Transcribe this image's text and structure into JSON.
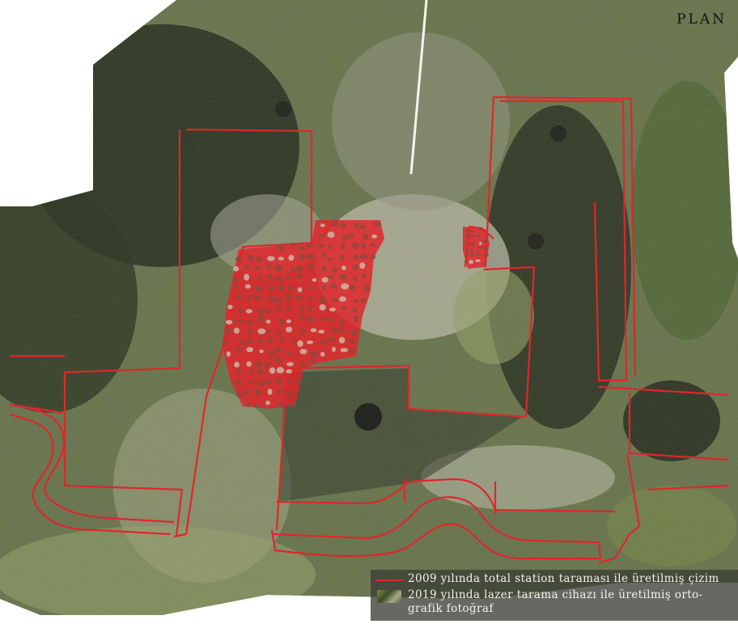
{
  "title": "PLAN",
  "legend": {
    "items": [
      {
        "symbol": "red-line",
        "color": "#e0262b",
        "label": "2009 yılında total station taraması ile üretilmiş çizim"
      },
      {
        "symbol": "orthophoto-swatch",
        "label": "2019 yılında lazer tarama cihazı ile  üretilmiş orto-grafik fotoğraf"
      }
    ]
  },
  "colors": {
    "drawing": "#e0262b",
    "background": "#ffffff",
    "vegetation_dark": "#1d2a14",
    "vegetation_light": "#5d6e36",
    "stone": "#9a9c8c"
  }
}
